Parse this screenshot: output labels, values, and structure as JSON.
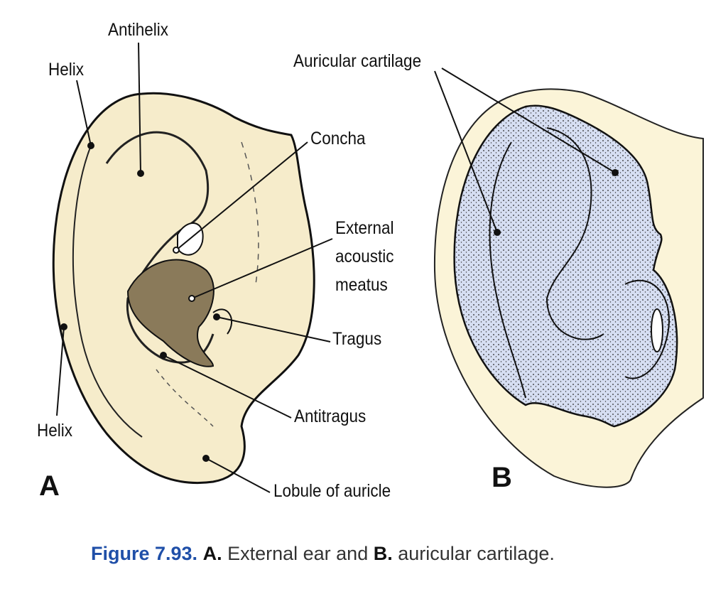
{
  "panel_a": {
    "letter": "A",
    "labels": {
      "antihelix": "Antihelix",
      "helix_top": "Helix",
      "helix_bottom": "Helix",
      "concha": "Concha",
      "eam_1": "External",
      "eam_2": "acoustic",
      "eam_3": "meatus",
      "tragus": "Tragus",
      "antitragus": "Antitragus",
      "lobule": "Lobule of auricle"
    }
  },
  "panel_b": {
    "letter": "B",
    "labels": {
      "cartilage": "Auricular cartilage"
    }
  },
  "caption": {
    "figure": "Figure 7.93.",
    "a": "A.",
    "a_text": "External ear and",
    "b": "B.",
    "b_text": "auricular cartilage."
  },
  "colors": {
    "skin": "#f6eccb",
    "cartilage": "#d6def2",
    "caption_blue": "#1f4fa8"
  }
}
